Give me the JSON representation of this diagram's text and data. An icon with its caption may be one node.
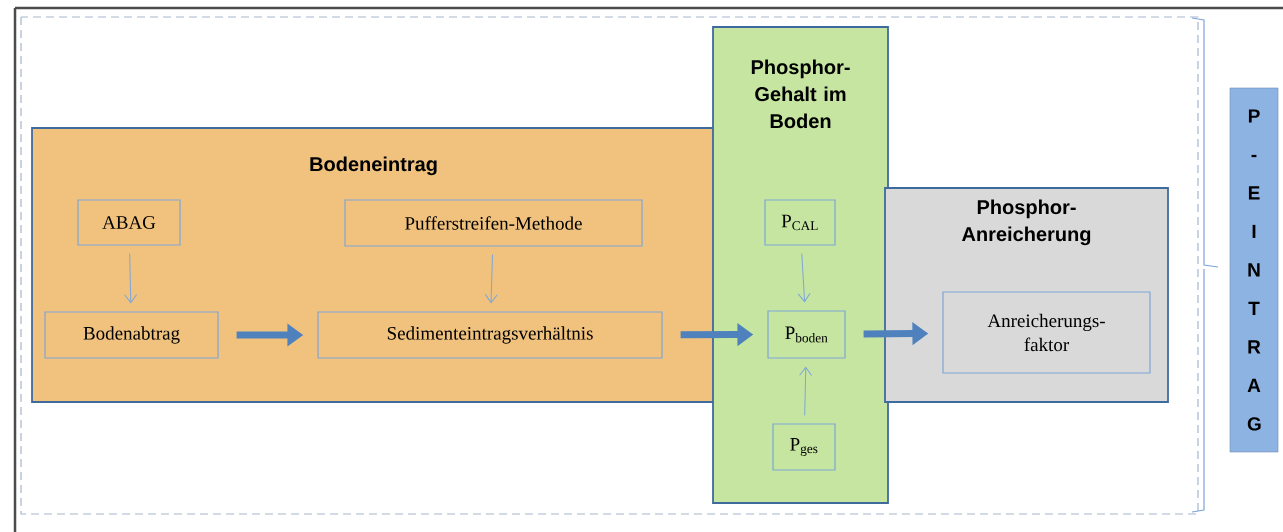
{
  "diagram": {
    "nodes": [
      {
        "text": [
          "Bodeneintrag"
        ]
      },
      {
        "text": [
          "ABAG"
        ],
        "in": 0
      },
      {
        "text": [
          "Pufferstreifen-Methode"
        ],
        "in": 0
      },
      {
        "text": [
          "Bodenabtrag"
        ],
        "in": 0
      },
      {
        "text": [
          "Sedimenteintragsverhältnis"
        ],
        "in": 0
      },
      {
        "text": [
          "Phosphor-Gehalt im Boden"
        ]
      },
      {
        "text": [
          "P$_{CAL}$"
        ],
        "in": 5
      },
      {
        "text": [
          "P$_{boden}$"
        ],
        "in": 5
      },
      {
        "text": [
          "P$_{ges}$"
        ],
        "in": 5
      },
      {
        "text": [
          "Phosphor-Anreicherung"
        ]
      },
      {
        "text": [
          "Anreicherungs-faktor"
        ],
        "in": 9
      },
      {
        "text": [
          "P-EINTRAG"
        ]
      }
    ],
    "edges": [
      {
        "from": 1,
        "to": 3,
        "arrow": "to"
      },
      {
        "from": 2,
        "to": 4,
        "arrow": "to"
      },
      {
        "from": 3,
        "to": 4,
        "arrow": "to",
        "style": "thick",
        "color": "#4f81bd"
      },
      {
        "from": 4,
        "to": 7,
        "arrow": "to",
        "style": "thick",
        "color": "#4f81bd"
      },
      {
        "from": 6,
        "to": 7,
        "arrow": "to"
      },
      {
        "from": 8,
        "to": 7,
        "arrow": "to"
      },
      {
        "from": 7,
        "to": 10,
        "arrow": "to",
        "style": "thick",
        "color": "#4f81bd"
      }
    ]
  }
}
